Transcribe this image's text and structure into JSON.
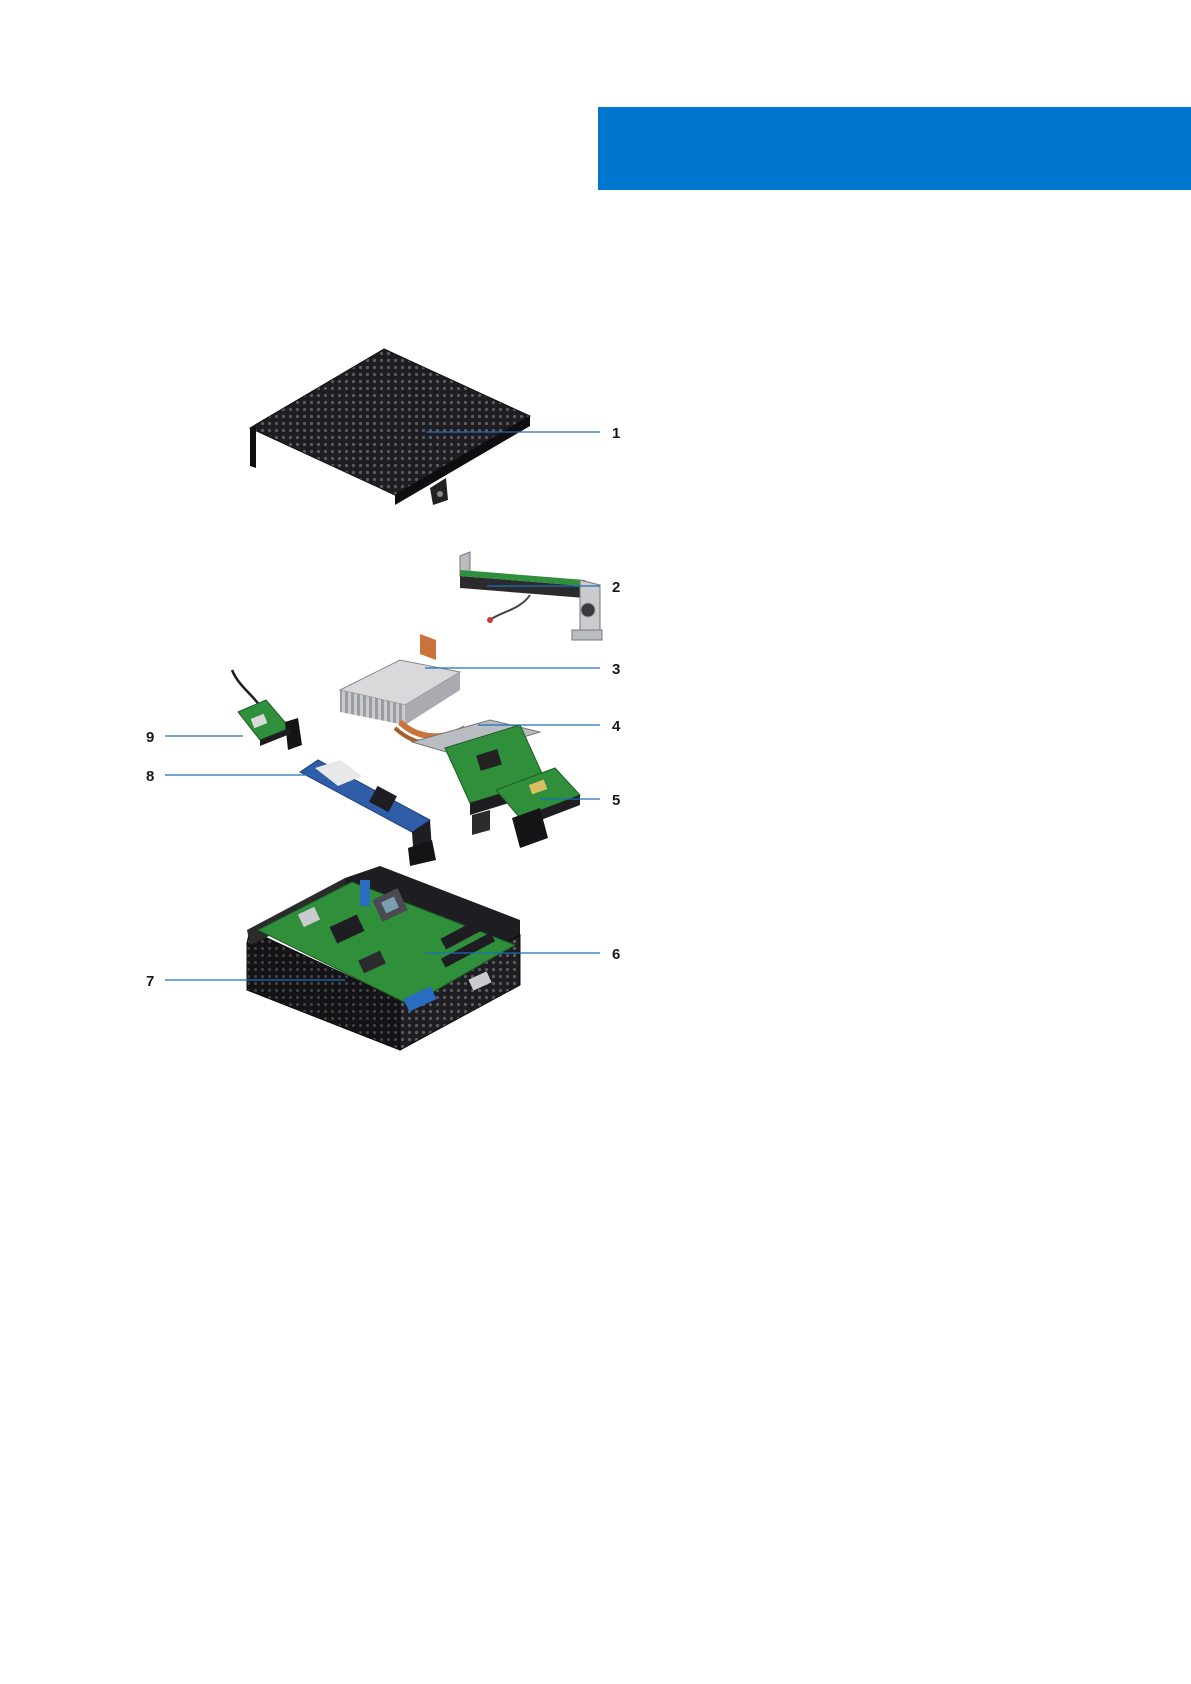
{
  "colors": {
    "header_band": "#0077CF",
    "leader_line": "#1C6FB8",
    "pcb_green": "#2F8F3A",
    "chassis_black": "#1E1E22",
    "copper": "#C8743A",
    "ssd_blue": "#2F5DA8"
  },
  "callouts": [
    {
      "number": "1",
      "part": "cover"
    },
    {
      "number": "2",
      "part": "power-button-board"
    },
    {
      "number": "3",
      "part": "heat-sink"
    },
    {
      "number": "4",
      "part": "io-board"
    },
    {
      "number": "5",
      "part": "storage-board"
    },
    {
      "number": "6",
      "part": "system-board"
    },
    {
      "number": "7",
      "part": "chassis"
    },
    {
      "number": "8",
      "part": "ssd"
    },
    {
      "number": "9",
      "part": "wlan-card"
    }
  ]
}
